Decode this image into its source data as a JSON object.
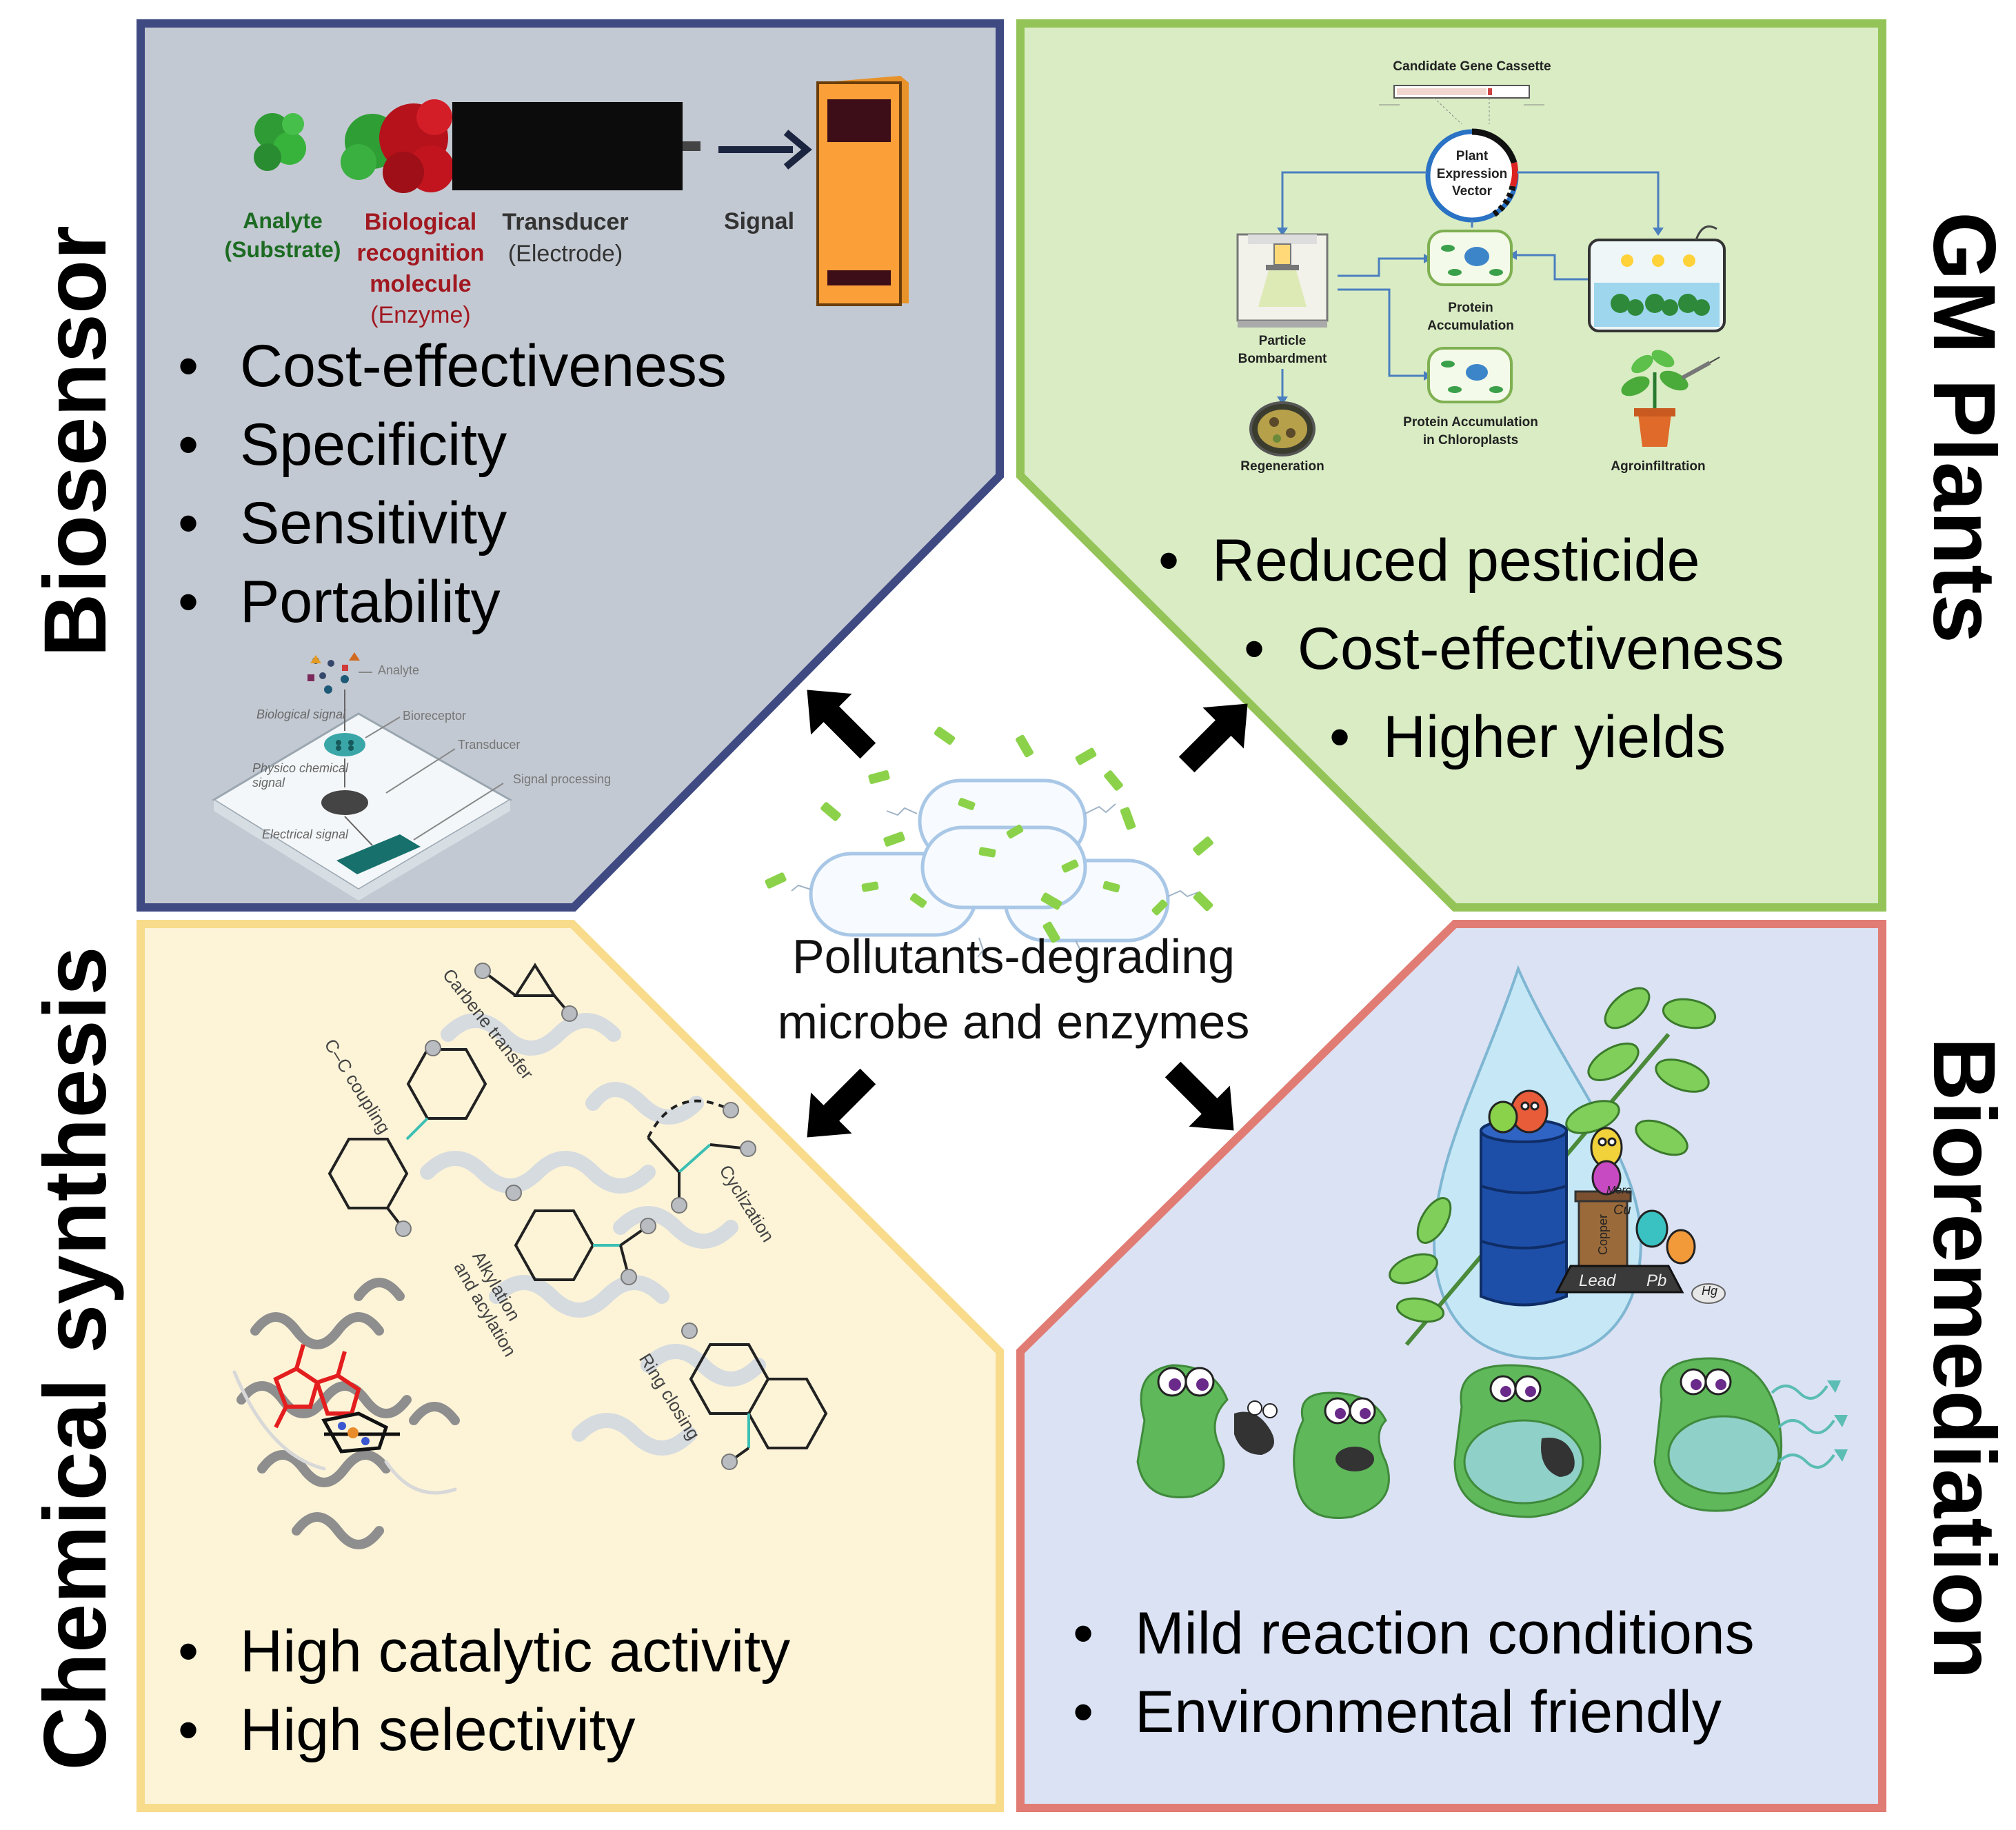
{
  "titles": {
    "biosensor": "Biosensor",
    "gm_plants": "GM Plants",
    "chemical": "Chemical synthesis",
    "bioremediation": "Bioremediation"
  },
  "center": {
    "line1": "Pollutants-degrading",
    "line2": "microbe and enzymes"
  },
  "biosensor": {
    "labels": {
      "analyte": "Analyte",
      "substrate": "(Substrate)",
      "bio1": "Biological",
      "bio2": "recognition",
      "bio3": "molecule",
      "enzyme": "(Enzyme)",
      "transducer": "Transducer",
      "electrode": "(Electrode)",
      "signal": "Signal"
    },
    "bullets": [
      "Cost-effectiveness",
      "Specificity",
      "Sensitivity",
      "Portability"
    ],
    "diagram": {
      "analyte": "Analyte",
      "biological_signal": "Biological signal",
      "bioreceptor": "Bioreceptor",
      "physico1": "Physico chemical",
      "physico2": "signal",
      "transducer": "Transducer",
      "signal_processing": "Signal processing",
      "electrical_signal": "Electrical signal"
    }
  },
  "gm": {
    "candidate": "Candidate Gene Cassette",
    "vector1": "Plant",
    "vector2": "Expression",
    "vector3": "Vector",
    "particle1": "Particle",
    "particle2": "Bombardment",
    "protein1": "Protein",
    "protein2": "Accumulation",
    "chloro1": "Protein Accumulation",
    "chloro2": "in Chloroplasts",
    "regeneration": "Regeneration",
    "agro": "Agroinfiltration",
    "bullets": [
      "Reduced pesticide",
      "Cost-effectiveness",
      "Higher yields"
    ]
  },
  "chemical": {
    "carbene": "Carbene transfer",
    "cc": "C–C coupling",
    "cyclization": "Cyclization",
    "alkylation1": "Alkylation",
    "alkylation2": "and acylation",
    "ring": "Ring closing",
    "bullets": [
      "High catalytic activity",
      "High selectivity"
    ]
  },
  "bioremediation": {
    "bullets": [
      "Mild reaction conditions",
      "Environmental friendly"
    ],
    "metals": {
      "lead": "Lead",
      "pb": "Pb",
      "hg": "Hg",
      "cu": "Cu",
      "merc": "Merc",
      "copper": "Copper"
    }
  },
  "colors": {
    "biosensor_border": "#3f4a83",
    "biosensor_fill": "#c3c9d2",
    "gm_border": "#94c458",
    "gm_fill": "#d9ecc4",
    "chem_border": "#f8dc8c",
    "chem_fill": "#fdf4d8",
    "bio_border": "#e07c74",
    "bio_fill": "#dbe2f4",
    "microbe_green": "#8bd24a"
  }
}
